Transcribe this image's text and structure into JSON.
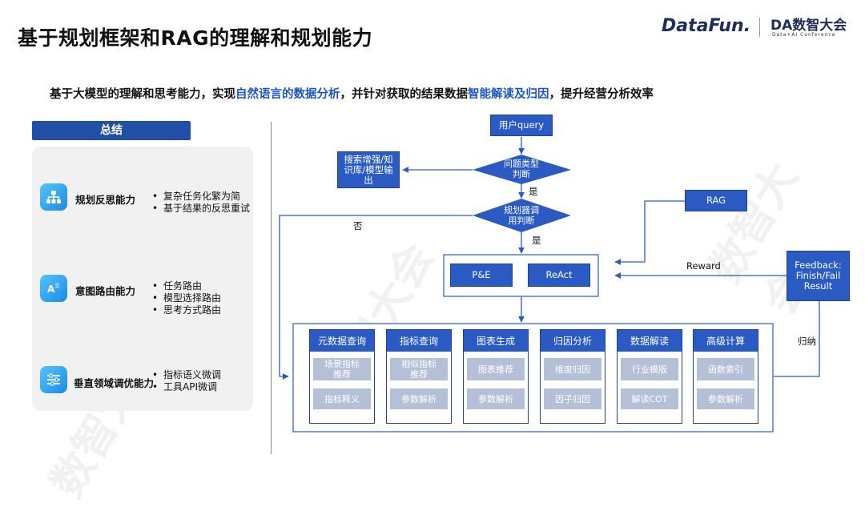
{
  "title": "基于规划框架和RAG的理解和规划能力",
  "logos": {
    "datafun": "DataFun.",
    "da": "DA数智大会",
    "da_sub": "Data+AI Conference"
  },
  "subtitle": {
    "part1": "基于大模型的理解和思考能力，实现",
    "highlight1": "自然语言的数据分析",
    "part2": "，并针对获取的结果数据",
    "highlight2": "智能解读及归因",
    "part3": "，提升经营分析效率"
  },
  "summary": {
    "header": "总结",
    "items": [
      {
        "title": "规划反思能力",
        "icon": "hierarchy-icon",
        "points": [
          "复杂任务化繁为简",
          "基于结果的反思重试"
        ]
      },
      {
        "title": "意图路由能力",
        "icon": "translate-icon",
        "points": [
          "任务路由",
          "模型选择路由",
          "思考方式路由"
        ]
      },
      {
        "title": "垂直领域调优能力",
        "icon": "sliders-icon",
        "points": [
          "指标语义微调",
          "工具API微调"
        ]
      }
    ]
  },
  "flow": {
    "user_query": "用户query",
    "question_type": "问题类型\n判断",
    "search_enhance": "搜索增强/知\n识库/模型输\n出",
    "yes1": "是",
    "planner": "规划器调\n用判断",
    "no": "否",
    "yes2": "是",
    "rag": "RAG",
    "pe": "P&E",
    "react": "ReAct",
    "reward": "Reward",
    "feedback": "Feedback:\nFinish/Fail\nResult",
    "induction": "归纳",
    "columns": [
      {
        "header": "元数据查询",
        "subs": [
          "场景指标\n推荐",
          "指标释义"
        ]
      },
      {
        "header": "指标查询",
        "subs": [
          "相似指标\n推荐",
          "参数解析"
        ]
      },
      {
        "header": "图表生成",
        "subs": [
          "图表推荐",
          "参数解析"
        ]
      },
      {
        "header": "归因分析",
        "subs": [
          "维度归因",
          "因子归因"
        ]
      },
      {
        "header": "数据解读",
        "subs": [
          "行业模版",
          "解读COT"
        ]
      },
      {
        "header": "高级计算",
        "subs": [
          "函数索引",
          "参数解析"
        ]
      }
    ]
  },
  "colors": {
    "box": "#2a5bc4",
    "header": "#1f4fa6",
    "sub": "#b4c0d8",
    "panel": "#f1f1f1"
  }
}
